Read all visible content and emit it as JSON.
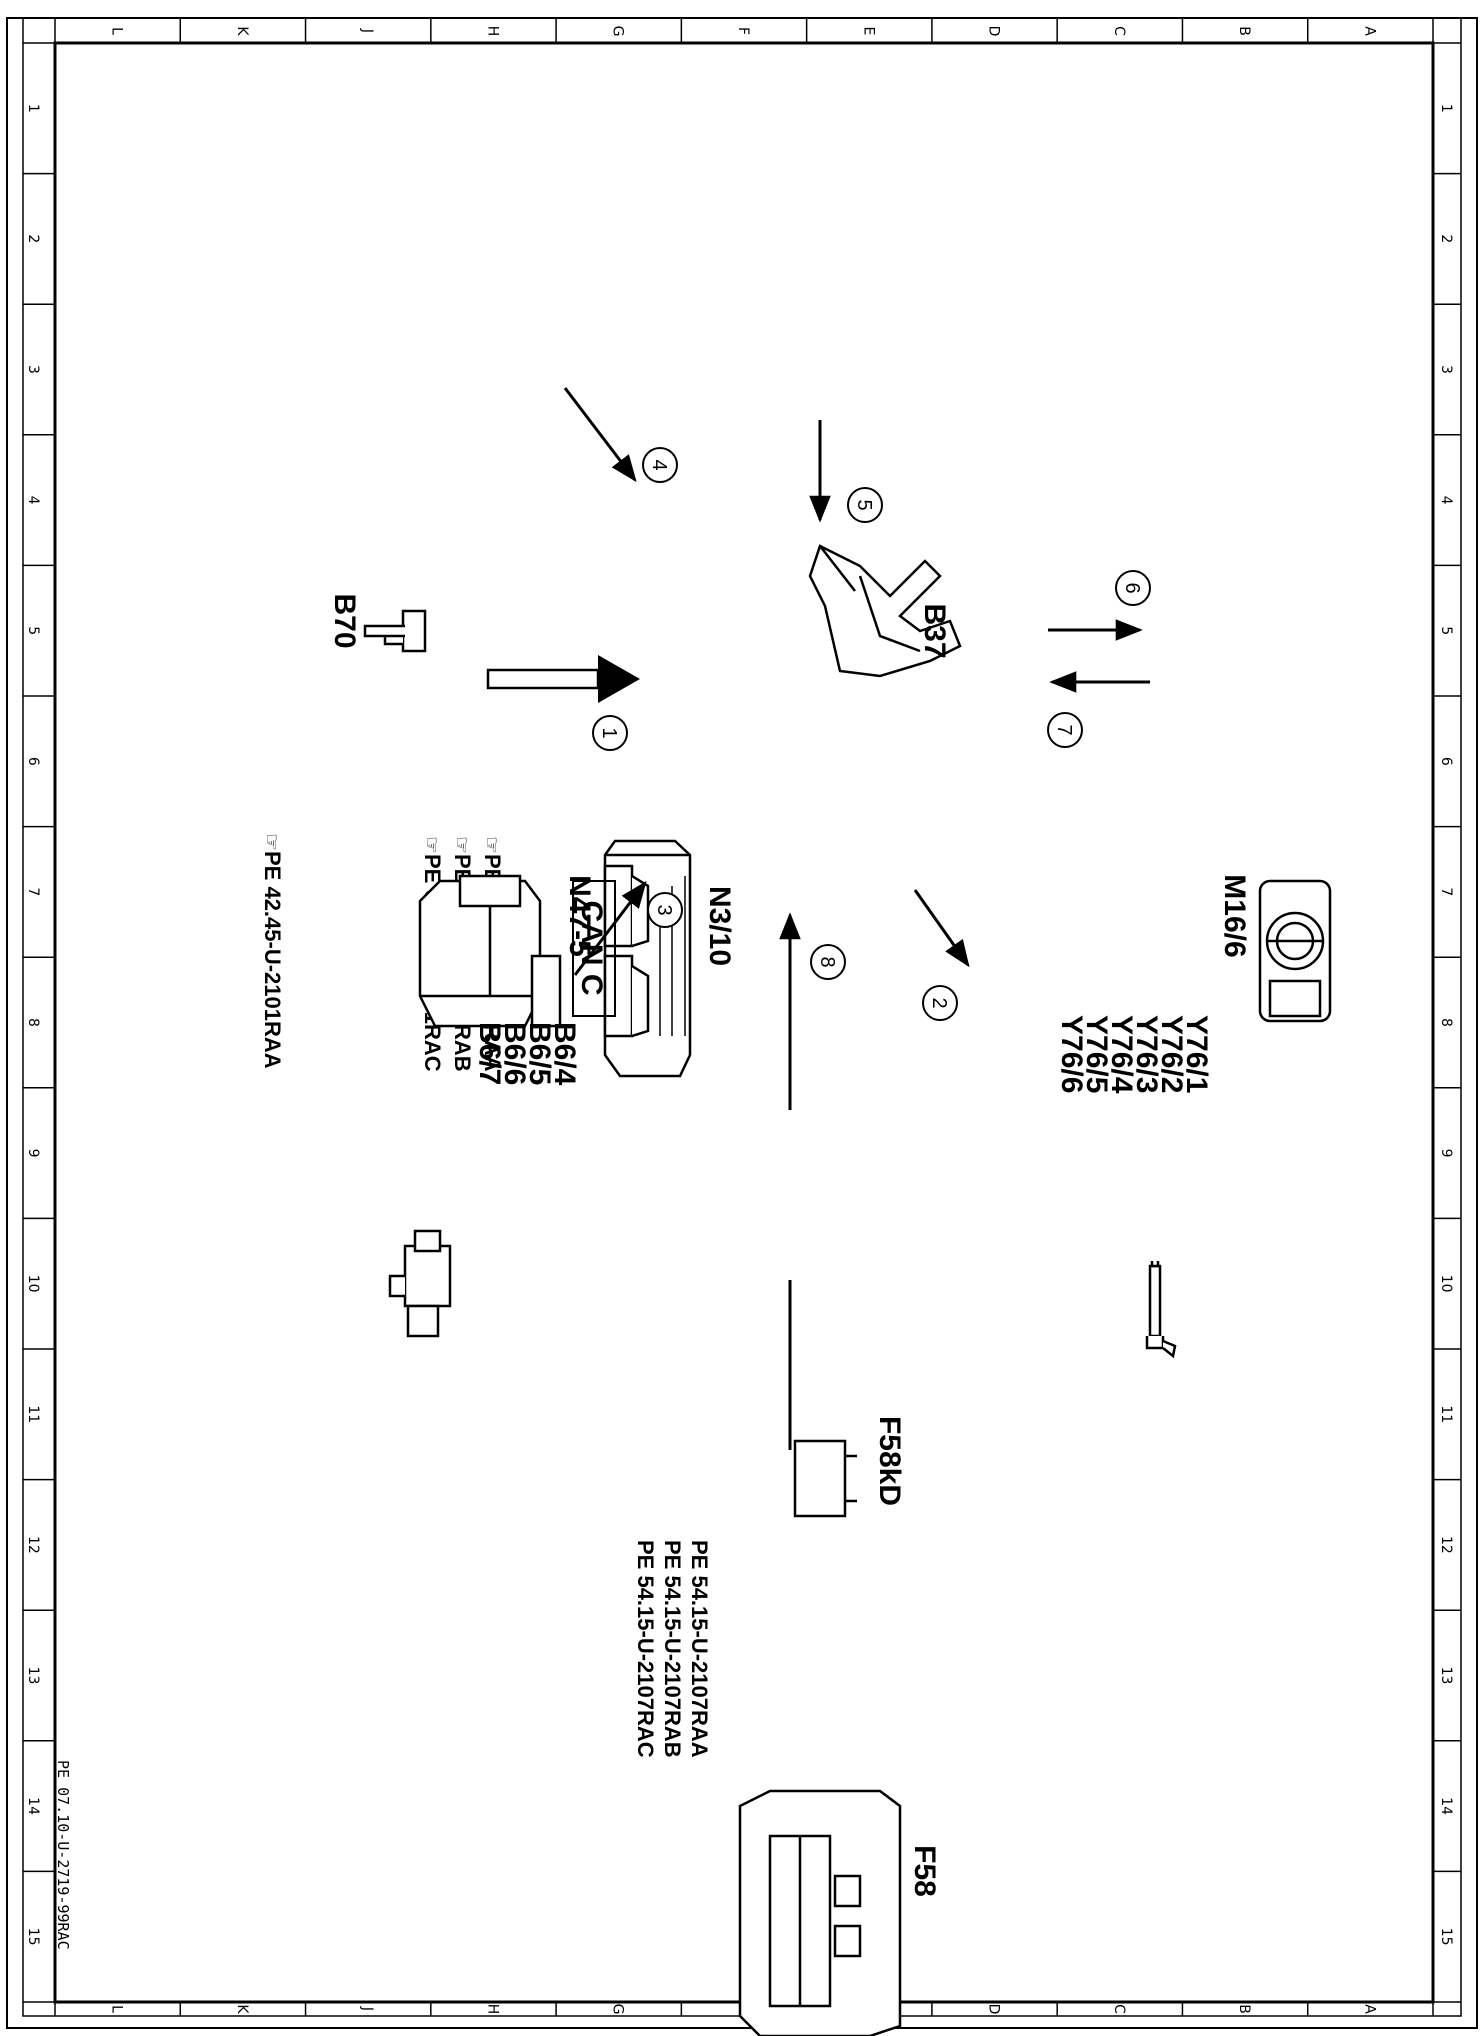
{
  "border": {
    "column_letters": [
      "L",
      "K",
      "J",
      "H",
      "G",
      "F",
      "E",
      "D",
      "C",
      "B",
      "A"
    ],
    "row_numbers": [
      "1",
      "2",
      "3",
      "4",
      "5",
      "6",
      "7",
      "8",
      "9",
      "10",
      "11",
      "12",
      "13",
      "14",
      "15"
    ]
  },
  "components": {
    "n3_10": "N3/10",
    "b37": "B37",
    "b70": "B70",
    "n47_5": "N47-5",
    "m16_6": "M16/6",
    "f58kd": "F58kD",
    "f58": "F58",
    "y76": [
      "Y76/1",
      "Y76/2",
      "Y76/3",
      "Y76/4",
      "Y76/5",
      "Y76/6"
    ],
    "b6": [
      "B6/4",
      "B6/5",
      "B6/6",
      "B6/7"
    ]
  },
  "bus_label": "CAN C",
  "arrows": [
    "1",
    "2",
    "3",
    "4",
    "5",
    "6",
    "7",
    "8"
  ],
  "references": {
    "n3_10": [
      "PE  07.08-U-2101RAA",
      "PE  07.08-U-2101RAB",
      "PE  07.08-U-2101RAC"
    ],
    "n47_5": [
      "PE  42.45-U-2101RAA"
    ],
    "f58": [
      "PE  54.15-U-2107RAA",
      "PE  54.15-U-2107RAB",
      "PE  54.15-U-2107RAC"
    ]
  },
  "document_id": "PE 07.10-U-2719-99RAC"
}
